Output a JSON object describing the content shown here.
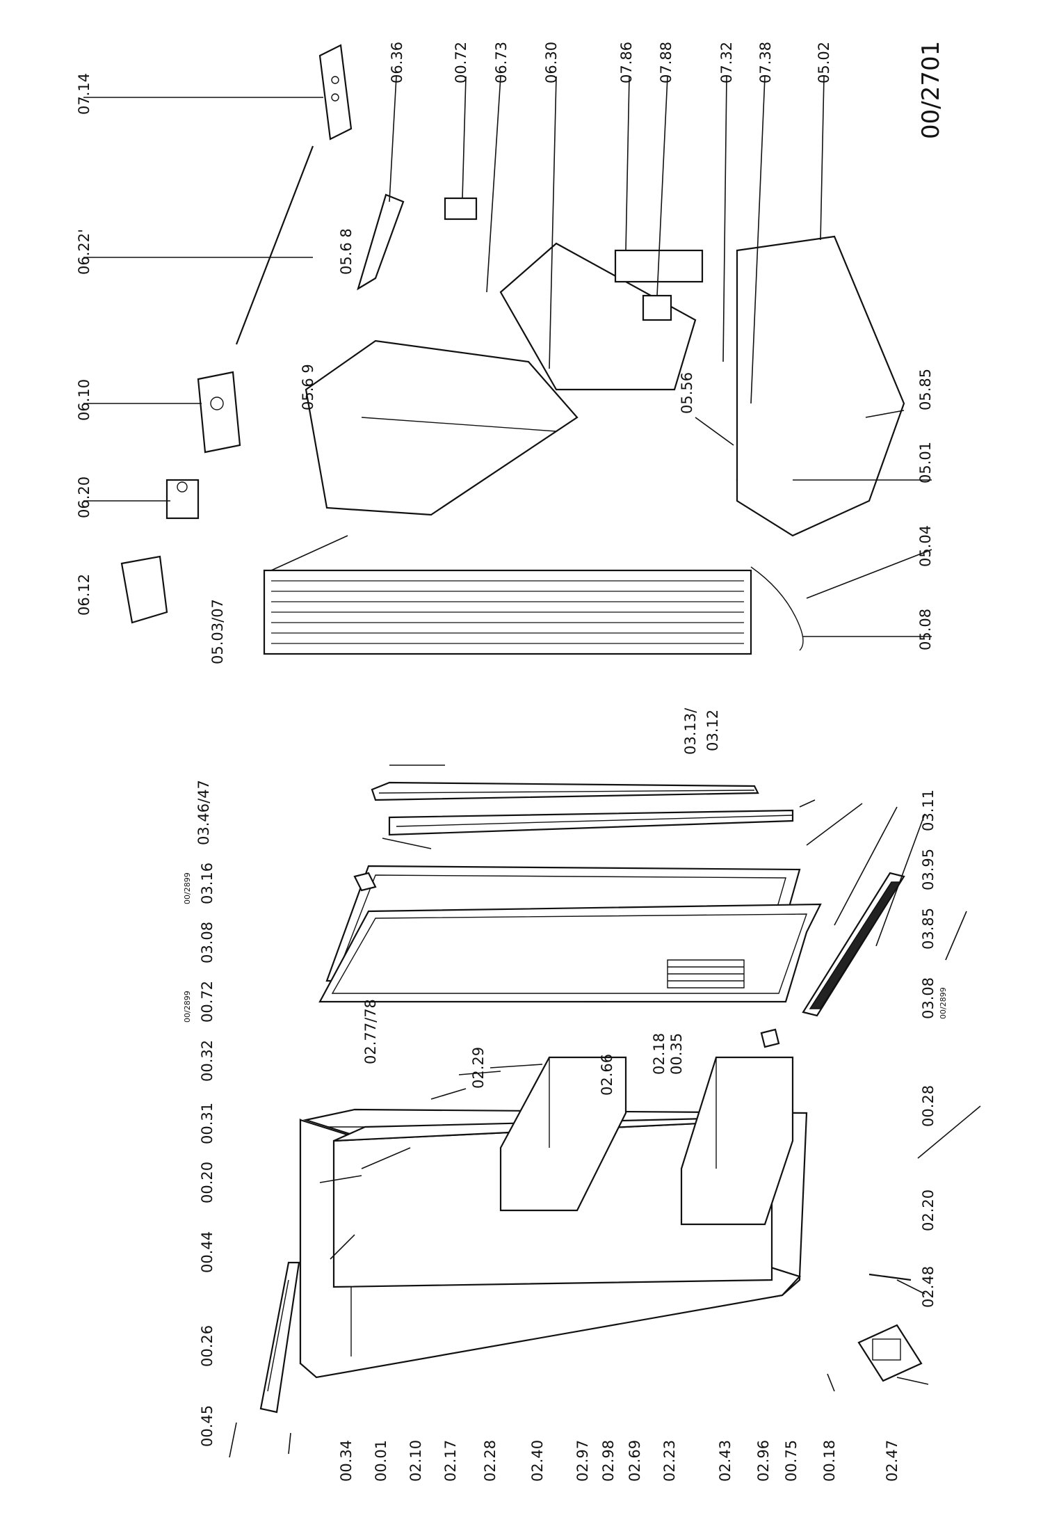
{
  "drawing_number": "00/2701",
  "labels": {
    "l_0045": "00.45",
    "l_0026": "00.26",
    "l_0044": "00.44",
    "l_0020": "00.20",
    "l_0031": "00.31",
    "l_0032": "00.32",
    "l_0072": "00.72",
    "l_0072_sub": "00/2899",
    "l_0308a": "03.08",
    "l_0316": "03.16",
    "l_0316_sub": "00/2899",
    "l_034647": "03.46/47",
    "l_0313": "03.13/",
    "l_0312": "03.12",
    "l_0311": "03.11",
    "l_0395": "03.95",
    "l_0385": "03.85",
    "l_0308b": "03.08",
    "l_0308b_sub": "00/2899",
    "l_027778": "02.77/78",
    "l_0229": "02.29",
    "l_0266": "02.66",
    "l_0218": "02.18",
    "l_0035": "00.35",
    "l_0028": "00.28",
    "l_0220": "02.20",
    "l_0248": "02.48",
    "l_0247": "02.47",
    "l_0018": "00.18",
    "l_0075": "00.75",
    "l_0296": "02.96",
    "l_0243": "02.43",
    "l_0223": "02.23",
    "l_0269": "02.69",
    "l_0298": "02.98",
    "l_0297": "02.97",
    "l_0240": "02.40",
    "l_0228": "02.28",
    "l_0217": "02.17",
    "l_0210": "02.10",
    "l_0001": "00.01",
    "l_0034": "00.34",
    "l_0714": "07.14",
    "l_0622": "06.22'",
    "l_0610": "06.10",
    "l_0620": "06.20",
    "l_0612": "06.12",
    "l_050307": "05.03/07",
    "l_0636": "06.36",
    "l_0072r": "00.72",
    "l_0568": "05.6 8",
    "l_0569": "05.6 9",
    "l_0673": "06.73",
    "l_0630": "06.30",
    "l_0786": "07.86",
    "l_0788": "07.88",
    "l_0732": "07.32",
    "l_0738": "07.38",
    "l_0502": "05.02",
    "l_0556": "05.56",
    "l_0585": "05.85",
    "l_0501": "05.01",
    "l_0504": "05.04",
    "l_0508": "05.08"
  }
}
